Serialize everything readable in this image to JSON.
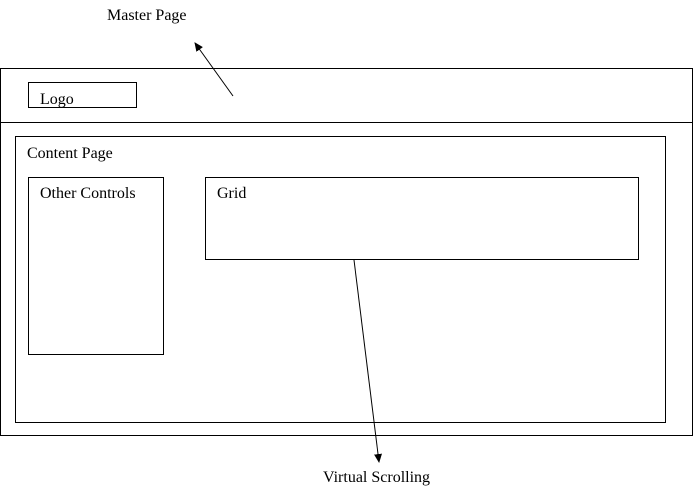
{
  "annotations": {
    "master_page": "Master Page",
    "virtual_scrolling": "Virtual Scrolling"
  },
  "master": {
    "logo": "Logo"
  },
  "content": {
    "title": "Content Page",
    "other_controls": "Other Controls",
    "grid": "Grid"
  }
}
